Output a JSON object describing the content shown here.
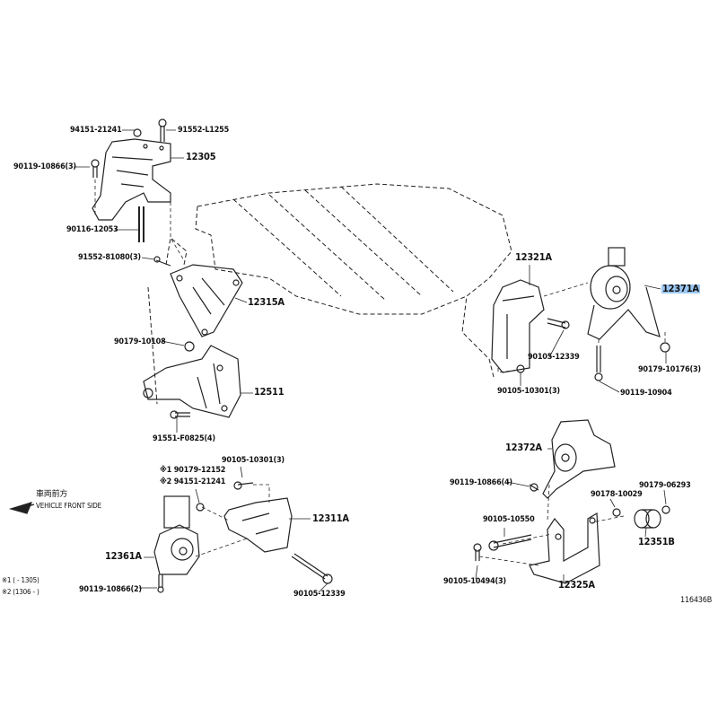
{
  "diagram": {
    "illustration_id": "116436B",
    "highlight_color": "#9cc8f4",
    "direction": {
      "jp": "車両前方",
      "en": "VEHICLE FRONT SIDE"
    },
    "footnotes": [
      "※1 (       - 1305)",
      "※2 (1306 -       )"
    ],
    "labels": {
      "l94151_top": "94151-21241",
      "l91552_l1255": "91552-L1255",
      "l12305": "12305",
      "l90119_3": "90119-10866(3)",
      "l90116": "90116-12053",
      "l91552_81080": "91552-81080(3)",
      "l12315a": "12315A",
      "l90179_10108": "90179-10108",
      "l12511": "12511",
      "l91551": "91551-F0825(4)",
      "l12321a": "12321A",
      "l12371a": "12371A",
      "l90105_12339_r": "90105-12339",
      "l90179_10176": "90179-10176(3)",
      "l90105_10301_r": "90105-10301(3)",
      "l90119_10904": "90119-10904",
      "l12372a": "12372A",
      "l90119_4": "90119-10866(4)",
      "l90179_06293": "90179-06293",
      "l90178_10029": "90178-10029",
      "l90105_10550": "90105-10550",
      "l12351b": "12351B",
      "l90105_10494": "90105-10494(3)",
      "l12325a": "12325A",
      "l90105_10301_l": "90105-10301(3)",
      "l_note1": "※1 90179-12152",
      "l_note2": "※2 94151-21241",
      "l12311a": "12311A",
      "l12361a": "12361A",
      "l90119_2": "90119-10866(2)",
      "l90105_12339_l": "90105-12339"
    }
  }
}
